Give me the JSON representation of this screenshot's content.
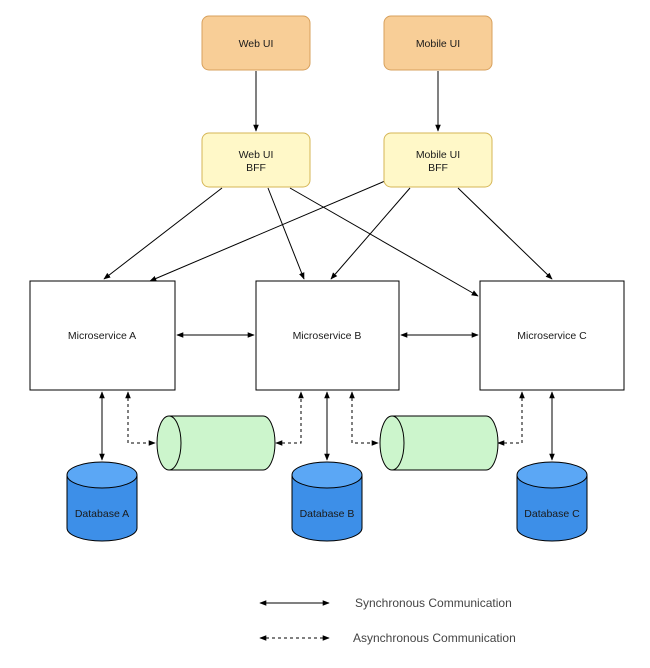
{
  "colors": {
    "ui_fill": "#F8CE97",
    "ui_stroke": "#D7A05C",
    "bff_fill": "#FFF8C8",
    "bff_stroke": "#D6B656",
    "queue_fill": "#CCF5CC",
    "db_fill": "#3D8FE8",
    "db_top": "#5BA7F5",
    "line": "#000000"
  },
  "nodes": {
    "web_ui": "Web UI",
    "mobile_ui": "Mobile UI",
    "web_bff": {
      "line1": "Web UI",
      "line2": "BFF"
    },
    "mobile_bff": {
      "line1": "Mobile UI",
      "line2": "BFF"
    },
    "microservice_a": "Microservice A",
    "microservice_b": "Microservice B",
    "microservice_c": "Microservice C",
    "database_a": "Database A",
    "database_b": "Database B",
    "database_c": "Database C"
  },
  "legend": {
    "sync": "Synchronous Communication",
    "async": "Asynchronous Communication"
  }
}
